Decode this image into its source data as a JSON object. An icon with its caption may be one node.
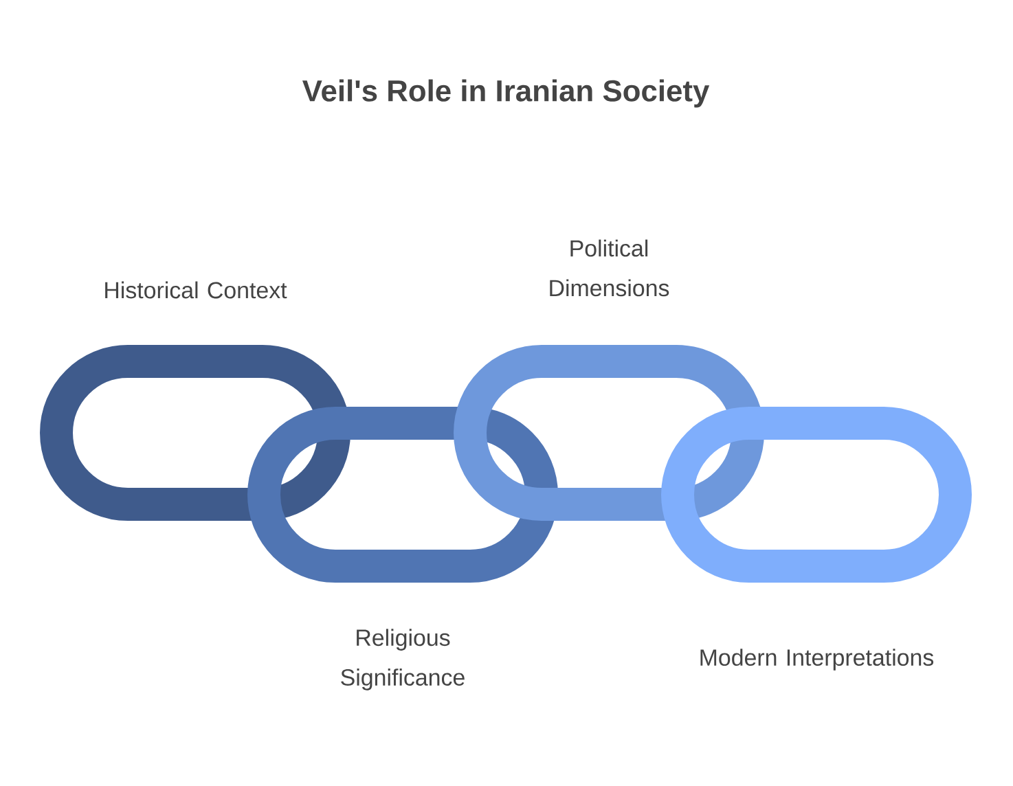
{
  "diagram": {
    "title": "Veil's Role in Iranian Society",
    "nodes": [
      {
        "text": [
          "Historical Context"
        ]
      },
      {
        "text": [
          "Religious Significance"
        ]
      },
      {
        "text": [
          "Political Dimensions"
        ]
      },
      {
        "text": [
          "Modern Interpretations"
        ]
      }
    ]
  }
}
